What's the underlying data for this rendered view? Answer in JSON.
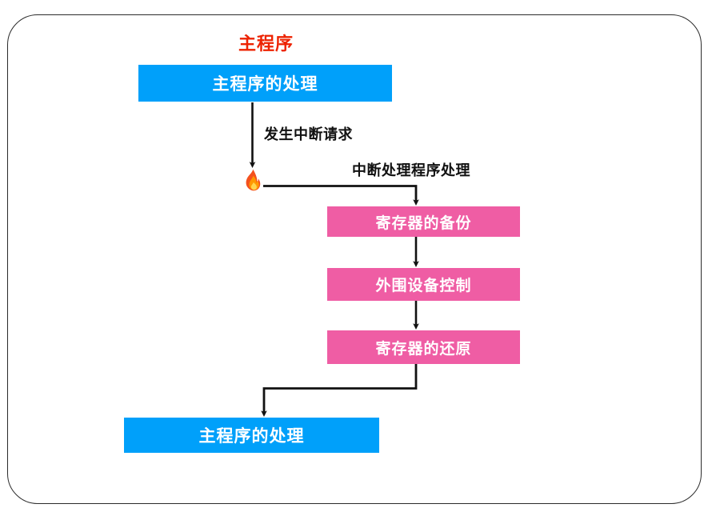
{
  "diagram": {
    "title_main_program": "主程序",
    "frame": {
      "border_color": "#2b2b2b"
    },
    "colors": {
      "main_program_box": "#00A0FA",
      "interrupt_box": "#EF5DA4",
      "title_red": "#ED2200",
      "edge_black": "#111111",
      "text_white": "#FFFFFF",
      "background": "#FFFFFF"
    },
    "nodes": [
      {
        "id": "main-top",
        "label": "主程序的处理",
        "type": "main-program"
      },
      {
        "id": "isr-backup",
        "label": "寄存器的备份",
        "type": "interrupt-handler"
      },
      {
        "id": "isr-device",
        "label": "外围设备控制",
        "type": "interrupt-handler"
      },
      {
        "id": "isr-restore",
        "label": "寄存器的还原",
        "type": "interrupt-handler"
      },
      {
        "id": "main-bottom",
        "label": "主程序的处理",
        "type": "main-program"
      }
    ],
    "edge_labels": {
      "interrupt_request": "发生中断请求",
      "isr_handling": "中断处理程序处理"
    },
    "icons": {
      "flame": "🔥"
    }
  }
}
